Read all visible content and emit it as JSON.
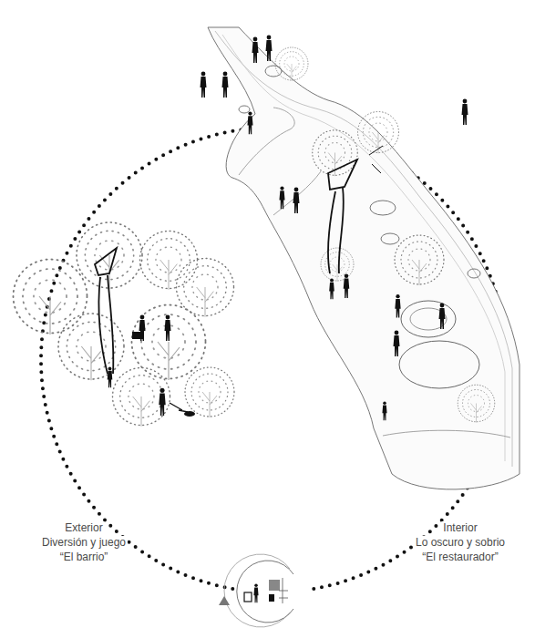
{
  "diagram": {
    "labels": [
      "Exterior",
      "Diversión y juego",
      "“El barrio”",
      "Interior",
      "Lo oscuro y sobrio",
      "“El restaurador”"
    ]
  }
}
